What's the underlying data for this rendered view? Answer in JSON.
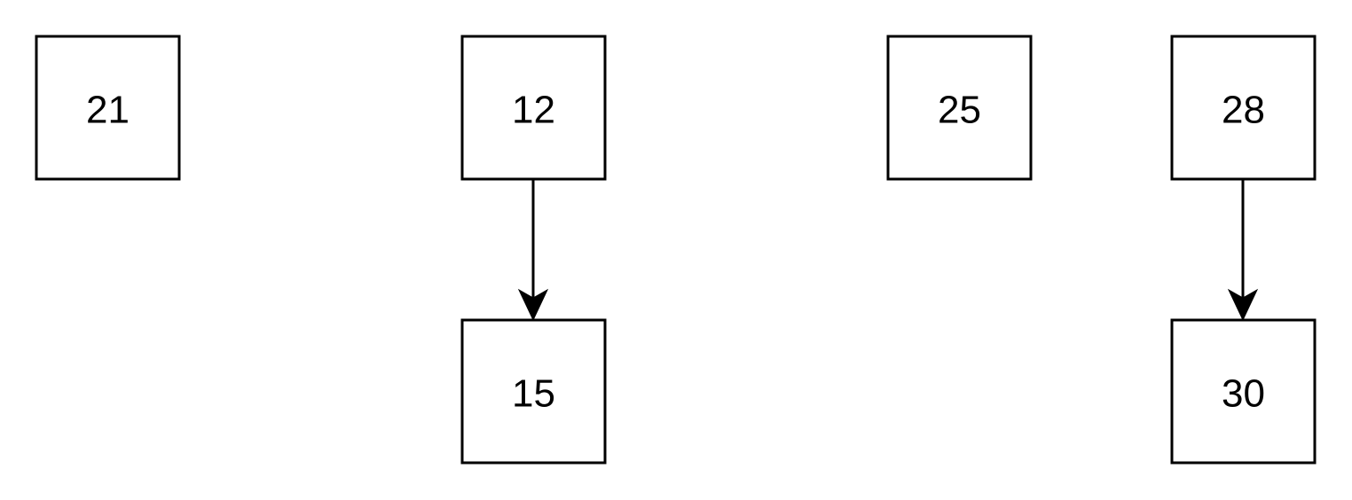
{
  "diagram": {
    "nodes": [
      {
        "id": "n21",
        "label": "21"
      },
      {
        "id": "n12",
        "label": "12"
      },
      {
        "id": "n15",
        "label": "15"
      },
      {
        "id": "n25",
        "label": "25"
      },
      {
        "id": "n28",
        "label": "28"
      },
      {
        "id": "n30",
        "label": "30"
      }
    ],
    "edges": [
      {
        "from": "n12",
        "to": "n15"
      },
      {
        "from": "n28",
        "to": "n30"
      }
    ],
    "colors": {
      "stroke": "#000000",
      "fill": "#ffffff",
      "text": "#000000"
    }
  }
}
